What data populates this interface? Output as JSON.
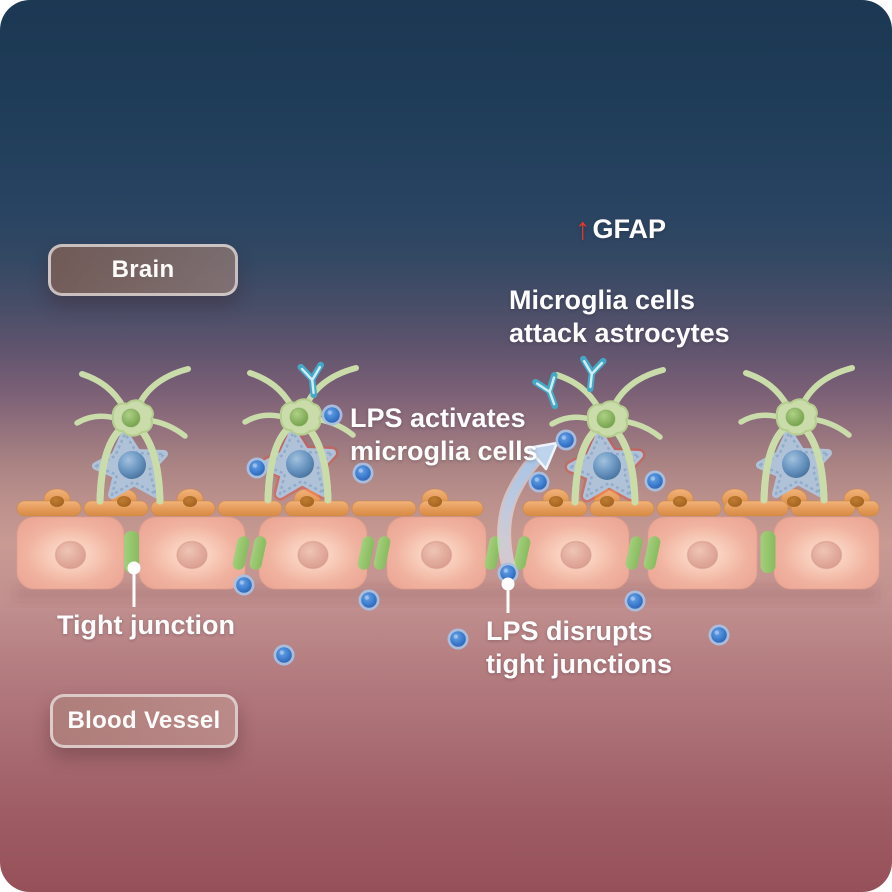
{
  "badges": {
    "brain": "Brain",
    "blood_vessel": "Blood Vessel"
  },
  "annotations": {
    "gfap": {
      "arrow": "↑",
      "text": "GFAP",
      "arrow_color": "#e0392b"
    },
    "microglia_attack": {
      "line1": "Microglia cells",
      "line2": "attack astrocytes"
    },
    "lps_activates": {
      "line1": "LPS activates",
      "line2": "microglia cells"
    },
    "tight_junction": {
      "text": "Tight junction"
    },
    "lps_disrupts": {
      "line1": "LPS disrupts",
      "line2": "tight junctions"
    }
  },
  "colors": {
    "background_top": "#1c3853",
    "background_light_band": "#c89a92",
    "background_bottom": "#965059",
    "lps_molecule": "#3e7fd0",
    "tight_junction_green": "#96c66e",
    "microglia_green": "#c9dcaa",
    "astrocyte_blue": "#b0c2d8",
    "reactive_outline_red": "#e54b38",
    "endothelial_salmon": "#f2b7a3",
    "basement_membrane_orange": "#e8a05c",
    "antibody_teal": "#44a9c6",
    "gfap_arrow_red": "#e0392b"
  },
  "entities": {
    "microglia_count": 4,
    "astrocyte_count": 4,
    "reactive_astrocyte_count": 2,
    "endothelial_cell_count": 7,
    "intact_tight_junction_count": 2,
    "disrupted_tight_junction_count": 4,
    "antibody_count": 3,
    "lps_molecule_count": 13
  }
}
